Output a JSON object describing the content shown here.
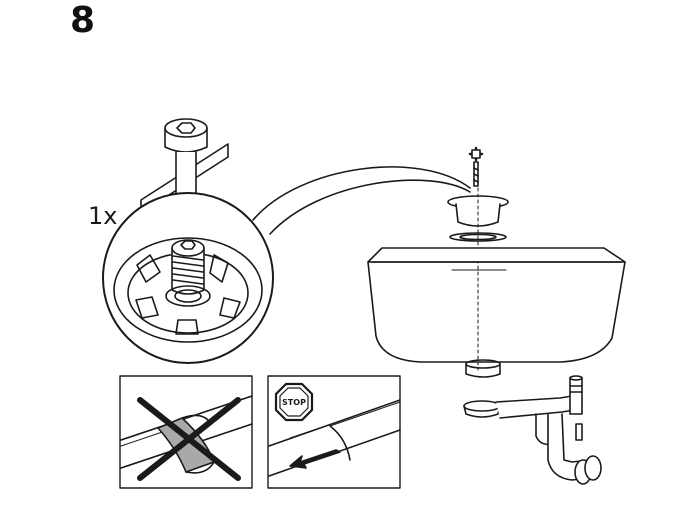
{
  "step": {
    "number": "8"
  },
  "detail": {
    "quantity": "1x"
  },
  "warning": {
    "stop_label": "STOP"
  },
  "colors": {
    "ink": "#1a1a1a",
    "tape_gray": "#a9a9a9",
    "background": "#ffffff"
  }
}
